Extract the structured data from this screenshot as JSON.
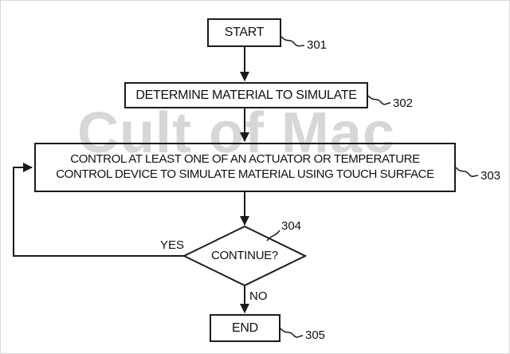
{
  "watermark": "Cult of Mac",
  "flowchart": {
    "nodes": {
      "start": {
        "label": "START",
        "ref": "301"
      },
      "determine": {
        "label": "DETERMINE MATERIAL TO SIMULATE",
        "ref": "302"
      },
      "control": {
        "label": "CONTROL AT LEAST ONE OF AN ACTUATOR OR TEMPERATURE\nCONTROL DEVICE TO SIMULATE MATERIAL USING TOUCH SURFACE",
        "ref": "303"
      },
      "continue": {
        "label": "CONTINUE?",
        "ref": "304"
      },
      "end": {
        "label": "END",
        "ref": "305"
      }
    },
    "branches": {
      "yes": "YES",
      "no": "NO"
    },
    "line_color": "#1b1b1b"
  }
}
